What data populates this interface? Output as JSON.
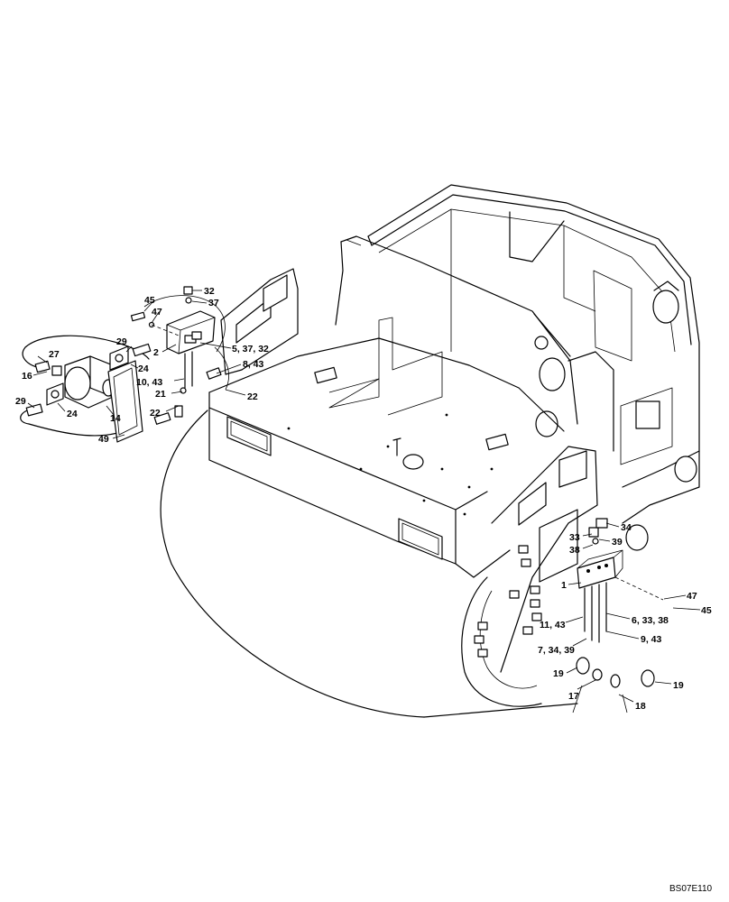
{
  "diagram": {
    "reference_code": "BS07E110",
    "callouts": {
      "c32": "32",
      "c45a": "45",
      "c47a": "47",
      "c37": "37",
      "c27": "27",
      "c29a": "29",
      "c2": "2",
      "c5_37_32": "5, 37, 32",
      "c16": "16",
      "c24a": "24",
      "c8_43": "8, 43",
      "c10_43": "10, 43",
      "c21": "21",
      "c22a": "22",
      "c29b": "29",
      "c24b": "24",
      "c22b": "22",
      "c14": "14",
      "c49": "49",
      "c34a": "34",
      "c33": "33",
      "c39": "39",
      "c38": "38",
      "c1": "1",
      "c47b": "47",
      "c45b": "45",
      "c11_43": "11, 43",
      "c6_33_38": "6, 33, 38",
      "c7_34_39": "7, 34, 39",
      "c9_43": "9, 43",
      "c19a": "19",
      "c19b": "19",
      "c17": "17",
      "c18": "18"
    }
  }
}
